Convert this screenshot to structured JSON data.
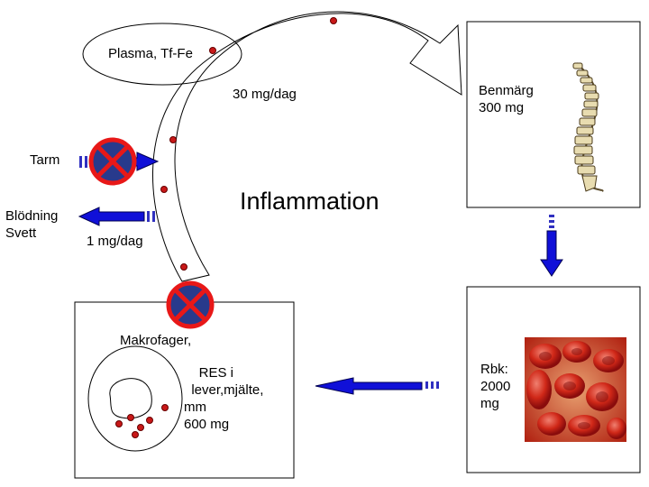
{
  "labels": {
    "plasma": "Plasma, Tf-Fe",
    "flow_to_marrow": "30 mg/dag",
    "bone_marrow": "Benmärg\n300 mg",
    "intestine": "Tarm",
    "bleeding": "Blödning\nSvett",
    "loss_rate": "1 mg/dag",
    "inflammation": "Inflammation",
    "macrophages": "Makrofager,",
    "res": "    RES i\n  lever,mjälte,\nmm\n600 mg",
    "rbc": "Rbk:\n2000\nmg"
  },
  "colors": {
    "arrow_blue": "#1010d8",
    "stop_sign_red": "#e81818",
    "stop_sign_blue": "#283a8c",
    "iron_dot": "#c81818"
  },
  "icons": [
    "spine-icon",
    "red-blood-cells-image",
    "no-stopping-sign-icon"
  ]
}
